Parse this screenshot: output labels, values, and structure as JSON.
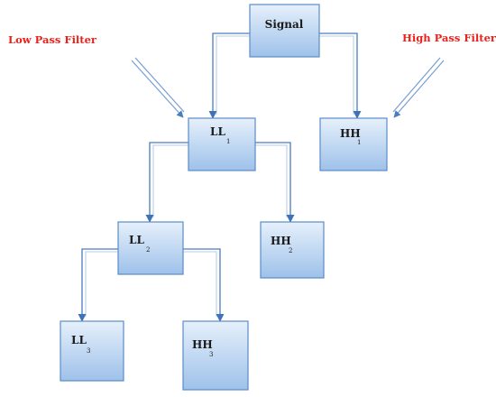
{
  "colors": {
    "filter_label": "#e8231d",
    "box_top": "#e6f0fb",
    "box_bottom": "#9ec1ea",
    "box_border": "#5b8cc4",
    "connector": "#4a7cc0"
  },
  "labels": {
    "low_pass": "Low Pass Filter",
    "high_pass": "High Pass Filter"
  },
  "nodes": {
    "signal": {
      "main": "Signal",
      "sub": ""
    },
    "ll1": {
      "main": "LL",
      "sub": "1"
    },
    "hh1": {
      "main": "HH",
      "sub": "1"
    },
    "ll2": {
      "main": "LL",
      "sub": "2"
    },
    "hh2": {
      "main": "HH",
      "sub": "2"
    },
    "ll3": {
      "main": "LL",
      "sub": "3"
    },
    "hh3": {
      "main": "HH",
      "sub": "3"
    }
  },
  "edges": [
    {
      "from": "signal",
      "to": "ll1",
      "branch": "low"
    },
    {
      "from": "signal",
      "to": "hh1",
      "branch": "high"
    },
    {
      "from": "ll1",
      "to": "ll2",
      "branch": "low"
    },
    {
      "from": "ll1",
      "to": "hh2",
      "branch": "high"
    },
    {
      "from": "ll2",
      "to": "ll3",
      "branch": "low"
    },
    {
      "from": "ll2",
      "to": "hh3",
      "branch": "high"
    }
  ]
}
